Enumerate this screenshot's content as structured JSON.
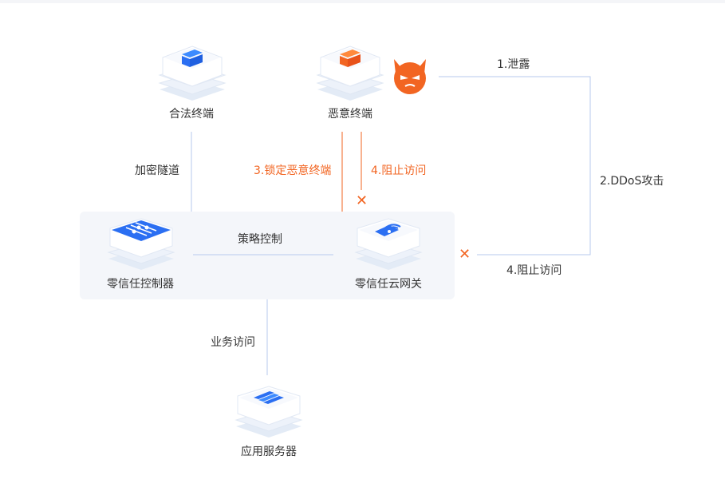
{
  "nodes": {
    "legit_terminal": "合法终端",
    "malicious_terminal": "恶意终端",
    "zt_controller": "零信任控制器",
    "zt_gateway": "零信任云网关",
    "app_server": "应用服务器"
  },
  "edges": {
    "encrypted_tunnel": "加密隧道",
    "lock_malicious": "3.锁定恶意终端",
    "block_access_inner": "4.阻止访问",
    "leak": "1.泄露",
    "ddos": "2.DDoS攻击",
    "block_access_outer": "4.阻止访问",
    "policy_control": "策略控制",
    "business_access": "业务访问"
  },
  "icons": {
    "legit_terminal": "blue-terminal-icon",
    "malicious_terminal": "orange-terminal-icon",
    "attacker": "devil-icon",
    "zt_controller": "sliders-icon",
    "zt_gateway": "wifi-card-icon",
    "app_server": "server-icon",
    "block": "cross-mark-icon"
  },
  "colors": {
    "accent_blue": "#2b6ff2",
    "alert_orange": "#f26522",
    "line_blue": "#b7c9ee",
    "panel_bg": "#f4f6fa"
  }
}
